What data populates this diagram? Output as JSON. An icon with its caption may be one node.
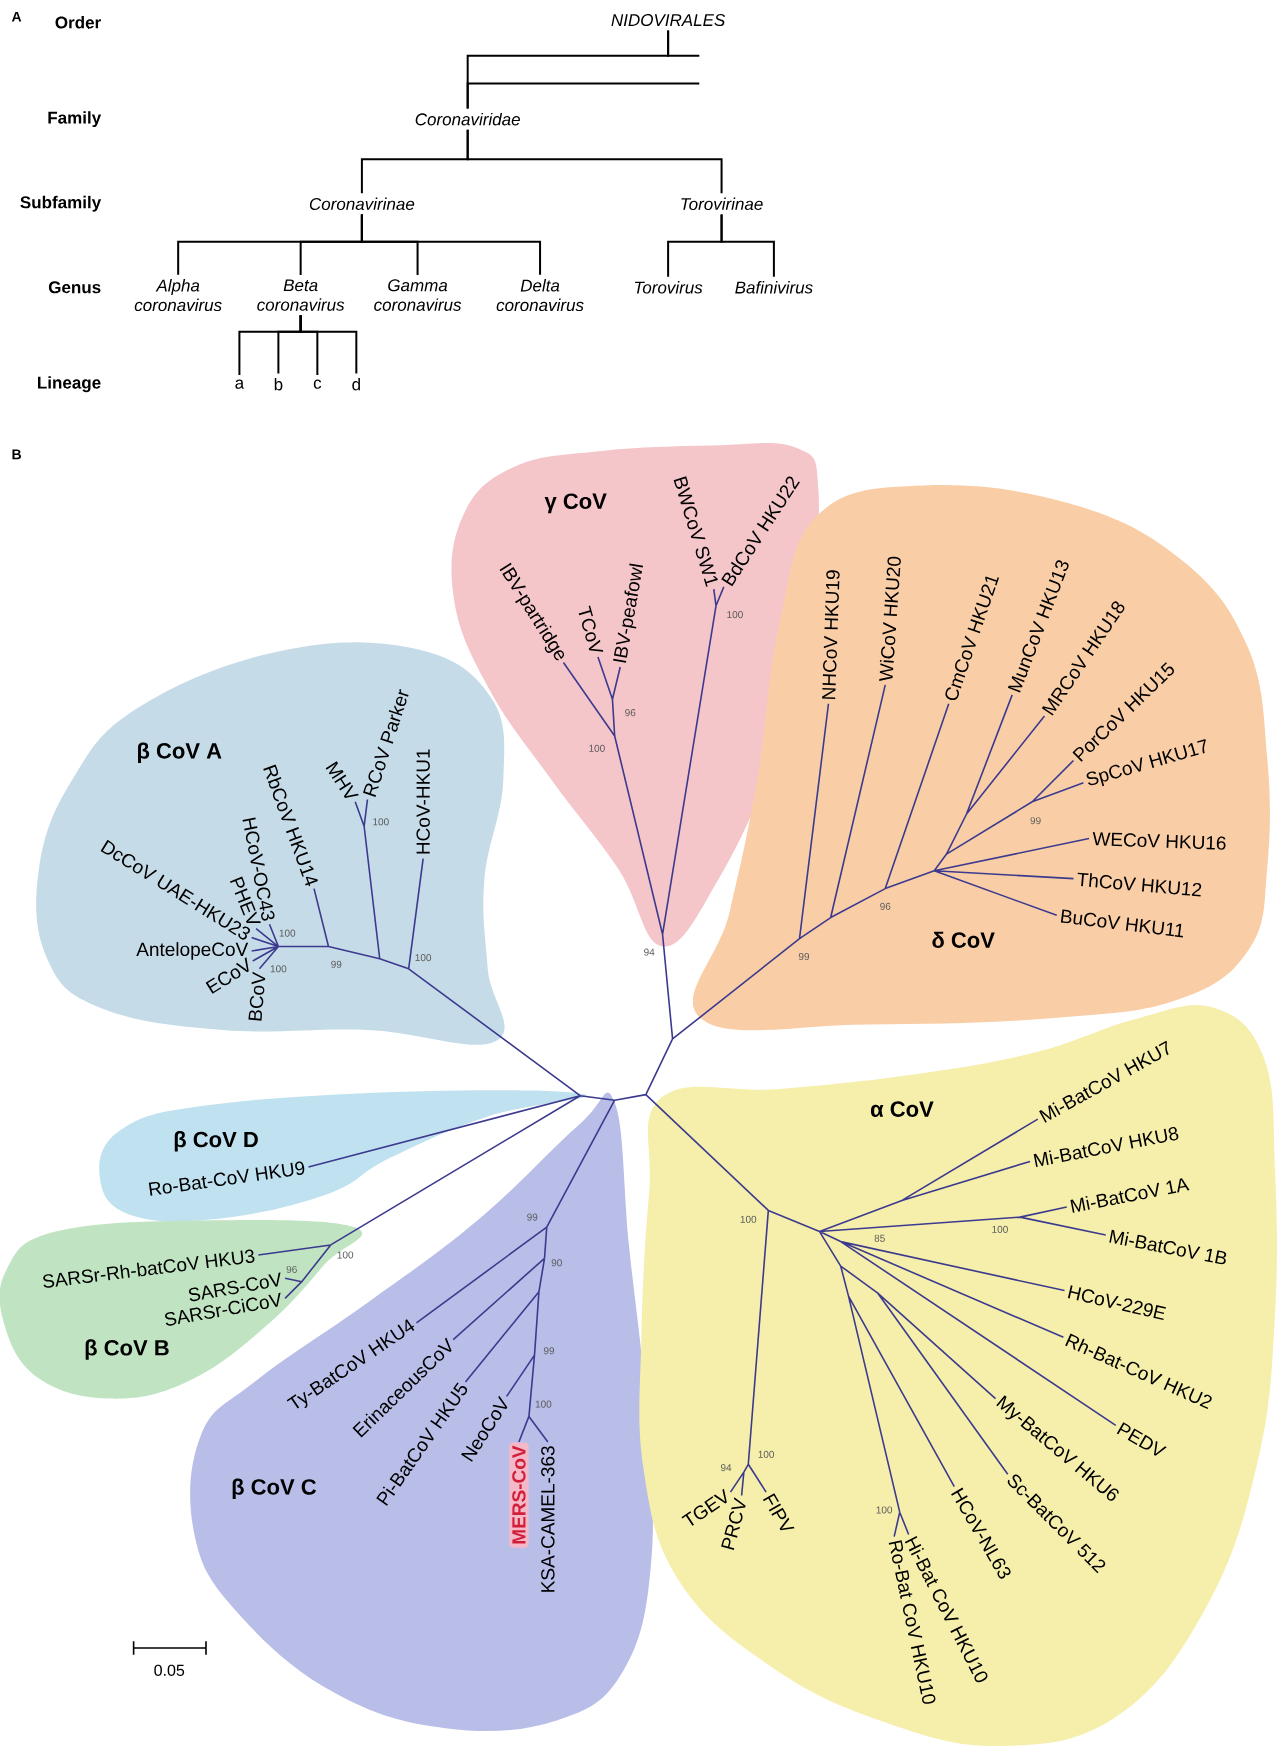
{
  "diagram": {
    "nodes": [
      {
        "text": [
          "NIDOVIRALES"
        ]
      },
      {
        "text": [
          "Coronaviridae"
        ]
      },
      {
        "text": [
          "Coronavirinae"
        ]
      },
      {
        "text": [
          "Torovirinae"
        ]
      },
      {
        "text": [
          "Alpha coronavirus"
        ]
      },
      {
        "text": [
          "Beta coronavirus"
        ]
      },
      {
        "text": [
          "Gamma coronavirus"
        ]
      },
      {
        "text": [
          "Delta coronavirus"
        ]
      },
      {
        "text": [
          "Torovirus"
        ]
      },
      {
        "text": [
          "Bafinivirus"
        ]
      },
      {
        "text": [
          "a"
        ]
      },
      {
        "text": [
          "b"
        ]
      },
      {
        "text": [
          "c"
        ]
      },
      {
        "text": [
          "d"
        ]
      },
      {
        "text": [
          "γ CoV"
        ]
      },
      {
        "text": [
          "IBV-partridge"
        ],
        "in": 14
      },
      {
        "text": [
          "TCoV"
        ],
        "in": 14
      },
      {
        "text": [
          "IBV-peafowl"
        ],
        "in": 14
      },
      {
        "text": [
          "BWCoV SW1"
        ],
        "in": 14
      },
      {
        "text": [
          "BdCoV HKU22"
        ],
        "in": 14
      },
      {
        "text": [
          "δ CoV"
        ]
      },
      {
        "text": [
          "NHCoV HKU19"
        ],
        "in": 20
      },
      {
        "text": [
          "WiCoV HKU20"
        ],
        "in": 20
      },
      {
        "text": [
          "CmCoV HKU21"
        ],
        "in": 20
      },
      {
        "text": [
          "MunCoV HKU13"
        ],
        "in": 20
      },
      {
        "text": [
          "MRCoV HKU18"
        ],
        "in": 20
      },
      {
        "text": [
          "PorCoV HKU15"
        ],
        "in": 20
      },
      {
        "text": [
          "SpCoV HKU17"
        ],
        "in": 20
      },
      {
        "text": [
          "WECoV HKU16"
        ],
        "in": 20
      },
      {
        "text": [
          "ThCoV HKU12"
        ],
        "in": 20
      },
      {
        "text": [
          "BuCoV HKU11"
        ],
        "in": 20
      },
      {
        "text": [
          "β CoV A"
        ]
      },
      {
        "text": [
          "RbCoV HKU14"
        ],
        "in": 31
      },
      {
        "text": [
          "MHV"
        ],
        "in": 31
      },
      {
        "text": [
          "RCoV Parker"
        ],
        "in": 31
      },
      {
        "text": [
          "HCoV-HKU1"
        ],
        "in": 31
      },
      {
        "text": [
          "DcCoV UAE-HKU23"
        ],
        "in": 31
      },
      {
        "text": [
          "PHEV"
        ],
        "in": 31
      },
      {
        "text": [
          "HCoV-OC43"
        ],
        "in": 31
      },
      {
        "text": [
          "AntelopeCoV"
        ],
        "in": 31
      },
      {
        "text": [
          "ECoV"
        ],
        "in": 31
      },
      {
        "text": [
          "BCoV"
        ],
        "in": 31
      },
      {
        "text": [
          "β CoV D"
        ]
      },
      {
        "text": [
          "Ro-Bat-CoV HKU9"
        ],
        "in": 42
      },
      {
        "text": [
          "β CoV B"
        ]
      },
      {
        "text": [
          "SARSr-Rh-batCoV HKU3"
        ],
        "in": 44
      },
      {
        "text": [
          "SARS-CoV"
        ],
        "in": 44
      },
      {
        "text": [
          "SARSr-CiCoV"
        ],
        "in": 44
      },
      {
        "text": [
          "β CoV C"
        ]
      },
      {
        "text": [
          "Ty-BatCoV HKU4"
        ],
        "in": 48
      },
      {
        "text": [
          "ErinaceousCoV"
        ],
        "in": 48
      },
      {
        "text": [
          "Pi-BatCoV HKU5"
        ],
        "in": 48
      },
      {
        "text": [
          "NeoCoV"
        ],
        "in": 48
      },
      {
        "text": [
          "MERS-CoV"
        ],
        "in": 48
      },
      {
        "text": [
          "KSA-CAMEL-363"
        ],
        "in": 48
      },
      {
        "text": [
          "α CoV"
        ]
      },
      {
        "text": [
          "Mi-BatCoV HKU7"
        ],
        "in": 55
      },
      {
        "text": [
          "Mi-BatCoV HKU8"
        ],
        "in": 55
      },
      {
        "text": [
          "Mi-BatCoV 1A"
        ],
        "in": 55
      },
      {
        "text": [
          "Mi-BatCoV 1B"
        ],
        "in": 55
      },
      {
        "text": [
          "HCoV-229E"
        ],
        "in": 55
      },
      {
        "text": [
          "Rh-Bat-CoV HKU2"
        ],
        "in": 55
      },
      {
        "text": [
          "PEDV"
        ],
        "in": 55
      },
      {
        "text": [
          "My-BatCoV HKU6"
        ],
        "in": 55
      },
      {
        "text": [
          "Sc-BatCoV 512"
        ],
        "in": 55
      },
      {
        "text": [
          "HCoV-NL63"
        ],
        "in": 55
      },
      {
        "text": [
          "Hi-Bat CoV HKU10"
        ],
        "in": 55
      },
      {
        "text": [
          "Ro-Bat CoV HKU10"
        ],
        "in": 55
      },
      {
        "text": [
          "TGEV"
        ],
        "in": 55
      },
      {
        "text": [
          "PRCV"
        ],
        "in": 55
      },
      {
        "text": [
          "FIPV"
        ],
        "in": 55
      }
    ],
    "edges": [
      {
        "from": 0,
        "to": 1,
        "arrow": "none"
      },
      {
        "from": 0,
        "to": null,
        "arrow": "none"
      },
      {
        "from": 1,
        "to": null,
        "arrow": "none"
      },
      {
        "from": 1,
        "to": 2,
        "arrow": "none"
      },
      {
        "from": 1,
        "to": 3,
        "arrow": "none"
      },
      {
        "from": 2,
        "to": 4,
        "arrow": "none"
      },
      {
        "from": 2,
        "to": 5,
        "arrow": "none"
      },
      {
        "from": 2,
        "to": 6,
        "arrow": "none"
      },
      {
        "from": 2,
        "to": 7,
        "arrow": "none"
      },
      {
        "from": 3,
        "to": 8,
        "arrow": "none"
      },
      {
        "from": 3,
        "to": 9,
        "arrow": "none"
      },
      {
        "from": 5,
        "to": 10,
        "arrow": "none"
      },
      {
        "from": 5,
        "to": 11,
        "arrow": "none"
      },
      {
        "from": 5,
        "to": 12,
        "arrow": "none"
      },
      {
        "from": 5,
        "to": 13,
        "arrow": "none"
      }
    ],
    "labels": [
      "A",
      "Order",
      "Family",
      "Subfamily",
      "Genus",
      "Lineage",
      "B",
      "100",
      "96",
      "100",
      "99",
      "100",
      "96",
      "100",
      "94",
      "99",
      "100",
      "99",
      "100",
      "99",
      "100",
      "100",
      "85",
      "100",
      "90",
      "96",
      "99",
      "100",
      "100",
      "94",
      "100",
      "0.05"
    ]
  }
}
